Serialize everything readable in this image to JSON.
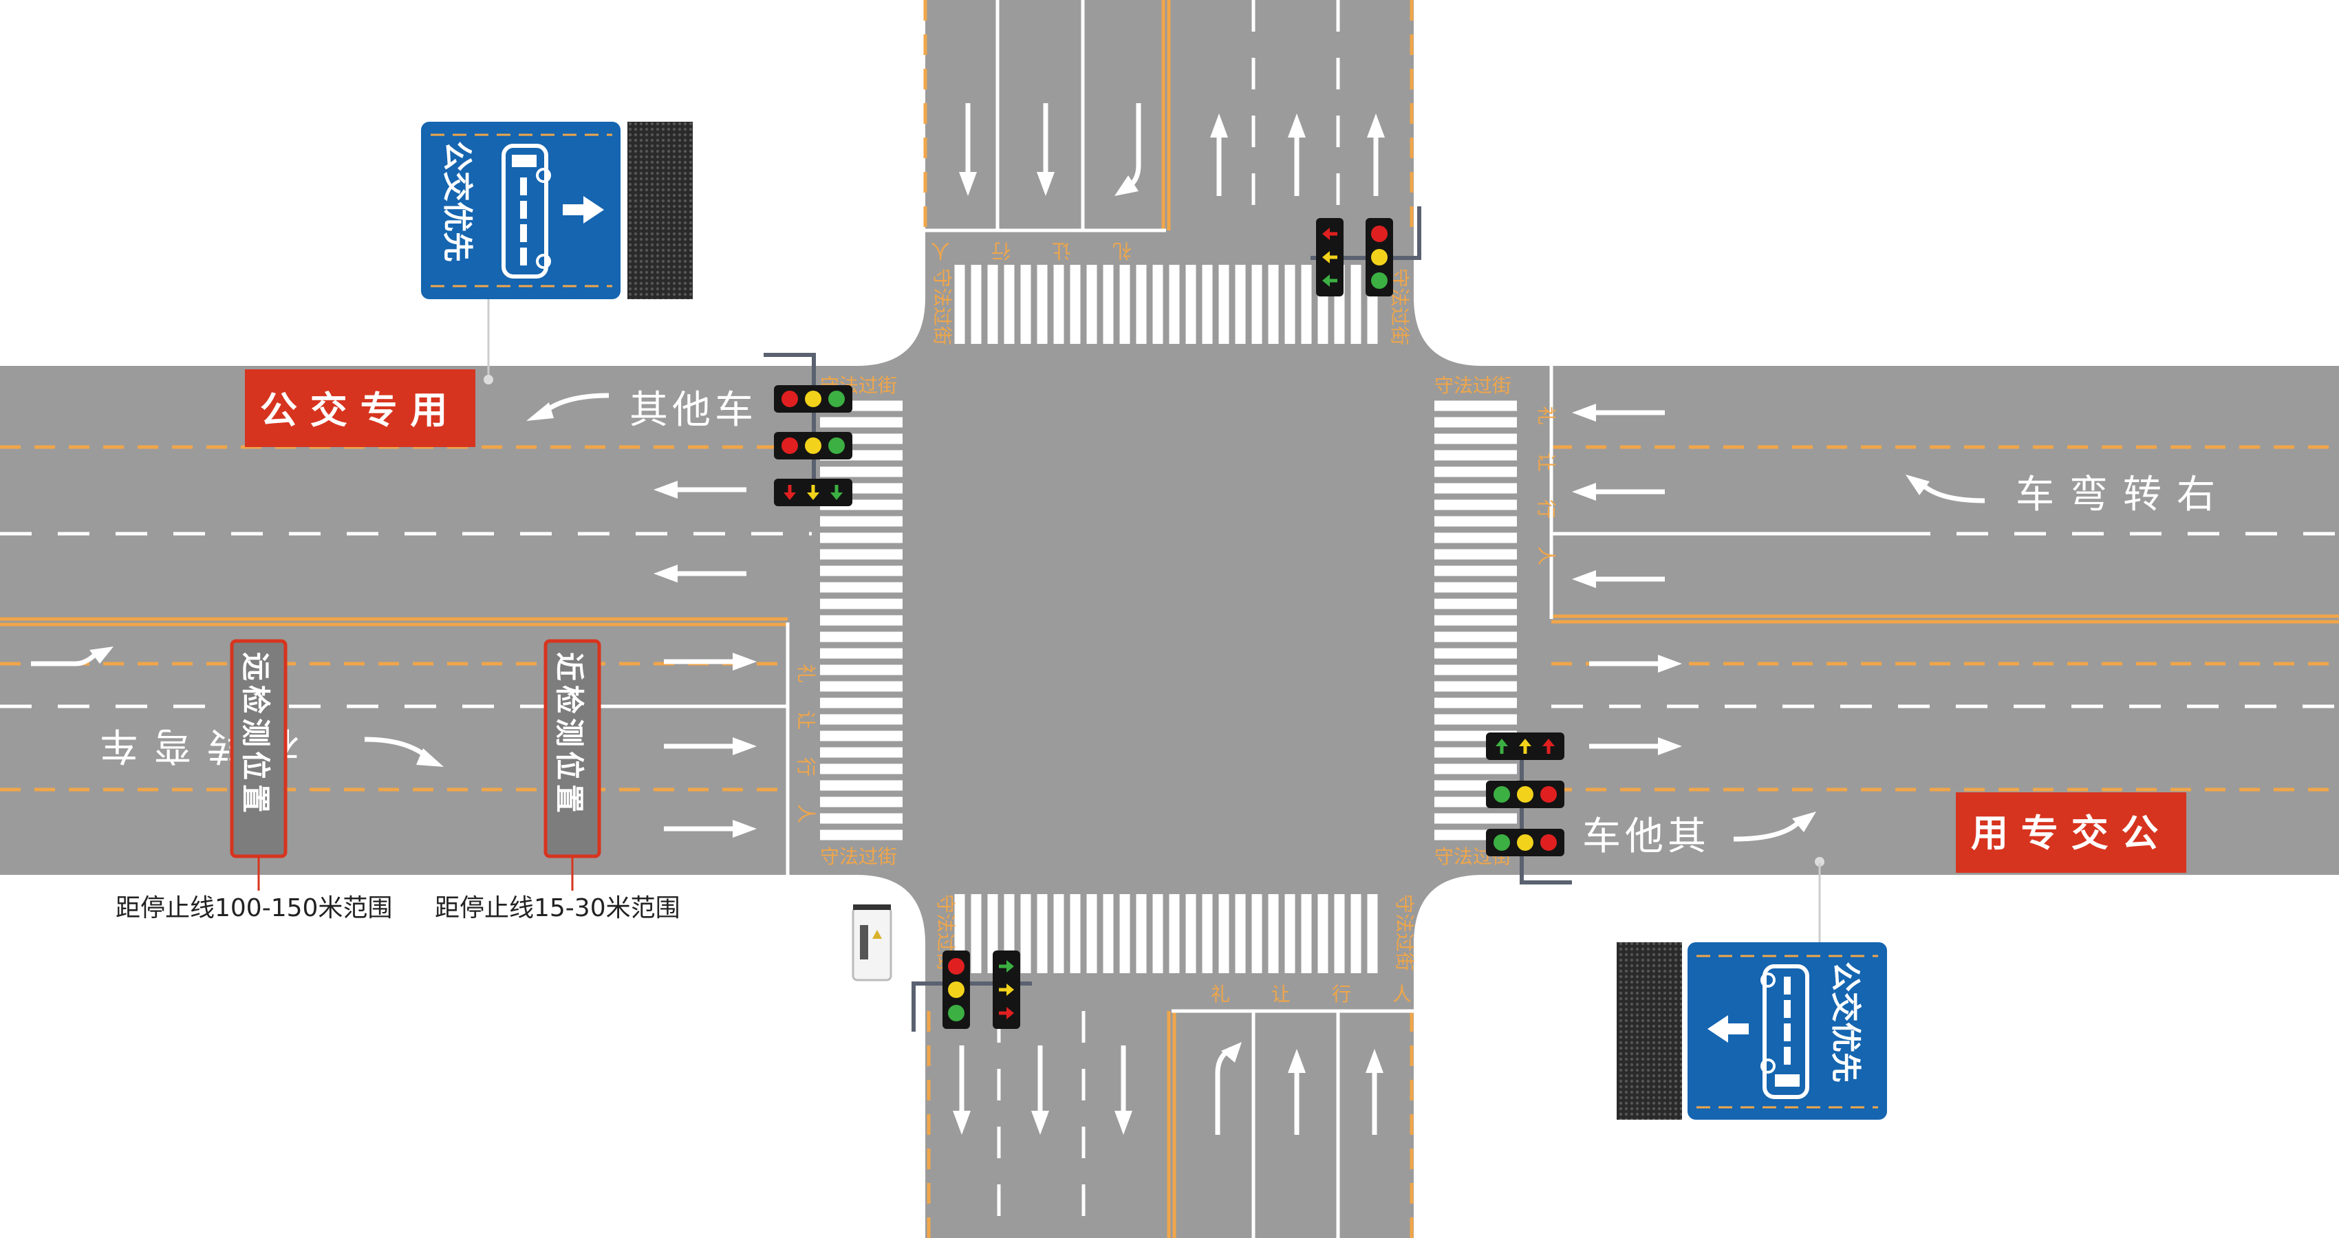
{
  "signs": {
    "bus_priority_top": "公交优先",
    "bus_priority_bottom": "公交优先",
    "bus_only_west": "公 交 专 用",
    "bus_only_east": "用 专 交 公"
  },
  "road_text": {
    "other_vehicles_west": "其他车",
    "other_vehicles_east": "车他其",
    "right_turn_west": "右转弯车",
    "right_turn_east": "车弯转右",
    "detector_far": "远检测位置",
    "detector_near": "近检测位置"
  },
  "crosswalk_text": {
    "north_yield": "礼让行人",
    "north_obey": "守法过街",
    "south_yield": "礼让行人",
    "south_obey": "守法过街",
    "west_yield": "礼让行人",
    "west_obey": "守法过街",
    "east_yield": "礼让行人",
    "east_obey": "守法过街"
  },
  "captions": {
    "far_range": "距停止线100-150米范围",
    "near_range": "距停止线15-30米范围"
  },
  "colors": {
    "road": "#9b9b9b",
    "lane_yellow": "#f0a64a",
    "sign_blue": "#1565b0",
    "sign_red": "#d7341f",
    "detector_border": "#d7341f",
    "signal_red": "#e02020",
    "signal_yellow": "#f2d21b",
    "signal_green": "#3cb043"
  },
  "icons": [
    "bus-icon",
    "arrow-right-icon",
    "arrow-left-icon",
    "traffic-signal-icon",
    "led-panel-icon",
    "detector-cabinet-icon"
  ]
}
